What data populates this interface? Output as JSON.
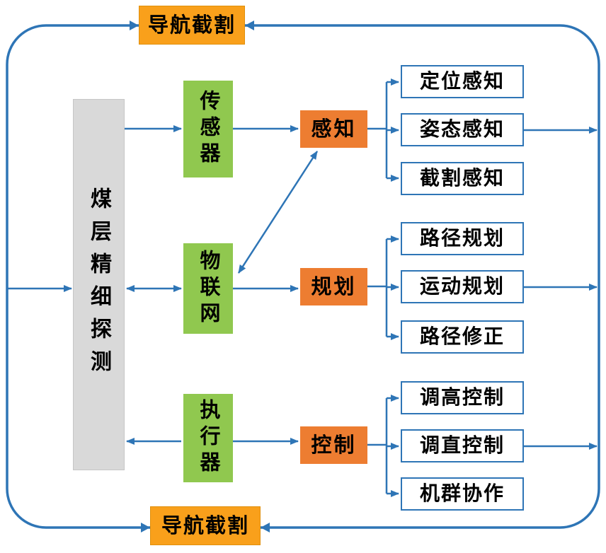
{
  "loop": {
    "top_label": "导航截割",
    "bottom_label": "导航截割"
  },
  "source": {
    "label": "煤层精细探测"
  },
  "layers": [
    {
      "device": "传感器",
      "stage": "感知",
      "outputs": [
        "定位感知",
        "姿态感知",
        "截割感知"
      ]
    },
    {
      "device": "物联网",
      "stage": "规划",
      "outputs": [
        "路径规划",
        "运动规划",
        "路径修正"
      ]
    },
    {
      "device": "执行器",
      "stage": "控制",
      "outputs": [
        "调高控制",
        "调直控制",
        "机群协作"
      ]
    }
  ],
  "colors": {
    "connector": "#2E75B6",
    "feedback_box": "#F9A01B",
    "stage_box": "#ED7D31",
    "device_box": "#90C84F",
    "source_box": "#D9D9D9",
    "leaf_border": "#2E75B6"
  }
}
